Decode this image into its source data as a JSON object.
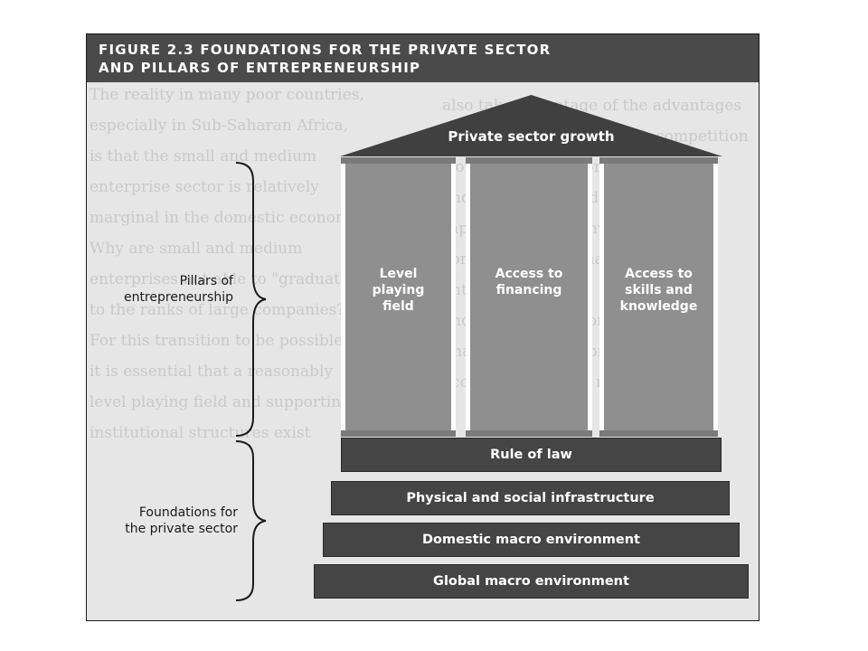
{
  "figure": {
    "title_line1": "FIGURE 2.3 FOUNDATIONS FOR THE PRIVATE SECTOR",
    "title_line2": "AND PILLARS OF ENTREPRENEURSHIP"
  },
  "roof": {
    "label": "Private sector growth"
  },
  "pillars": [
    {
      "label": "Level\nplaying\nfield"
    },
    {
      "label": "Access to\nfinancing"
    },
    {
      "label": "Access to\nskills and\nknowledge"
    }
  ],
  "foundations": [
    {
      "label": "Rule of law"
    },
    {
      "label": "Physical and social infrastructure"
    },
    {
      "label": "Domestic macro environment"
    },
    {
      "label": "Global macro environment"
    }
  ],
  "side_labels": {
    "pillars": "Pillars of\nentrepreneurship",
    "foundations": "Foundations for\nthe private sector"
  },
  "colors": {
    "title_bar": "#4a4a4a",
    "roof": "#404040",
    "pillar": "#8f8f8f",
    "foundation": "#454545",
    "background": "#e6e6e6"
  }
}
